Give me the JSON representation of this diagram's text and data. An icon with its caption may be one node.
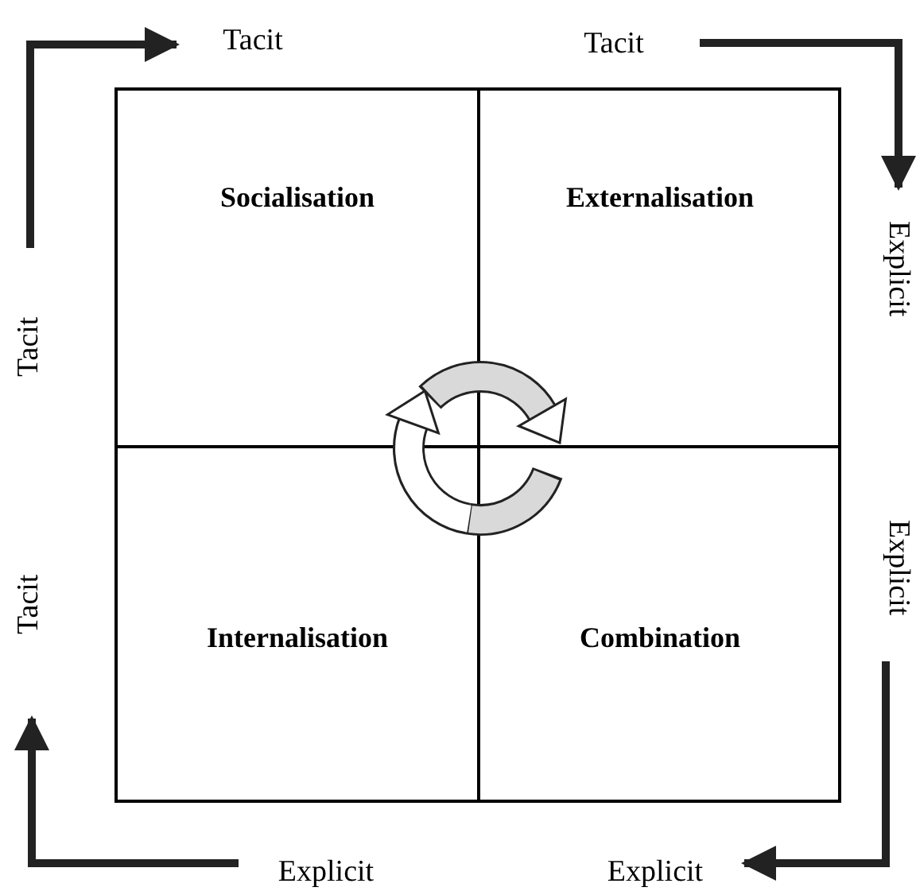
{
  "diagram": {
    "nodes": [
      {
        "text": [
          "Socialisation"
        ]
      },
      {
        "text": [
          "Externalisation"
        ]
      },
      {
        "text": [
          "Internalisation"
        ]
      },
      {
        "text": [
          "Combination"
        ]
      },
      {
        "text": [
          "Tacit"
        ]
      },
      {
        "text": [
          "Tacit"
        ]
      },
      {
        "text": [
          "Explicit"
        ]
      },
      {
        "text": [
          "Explicit"
        ]
      },
      {
        "text": [
          "Explicit"
        ]
      },
      {
        "text": [
          "Explicit"
        ]
      },
      {
        "text": [
          "Tacit"
        ]
      },
      {
        "text": [
          "Tacit"
        ]
      }
    ],
    "edges": [
      {
        "from": 11,
        "to": 4,
        "arrow": "to"
      },
      {
        "from": 5,
        "to": 6,
        "arrow": "to"
      },
      {
        "from": 7,
        "to": 8,
        "arrow": "to"
      },
      {
        "from": 9,
        "to": 10,
        "arrow": "to"
      }
    ]
  }
}
